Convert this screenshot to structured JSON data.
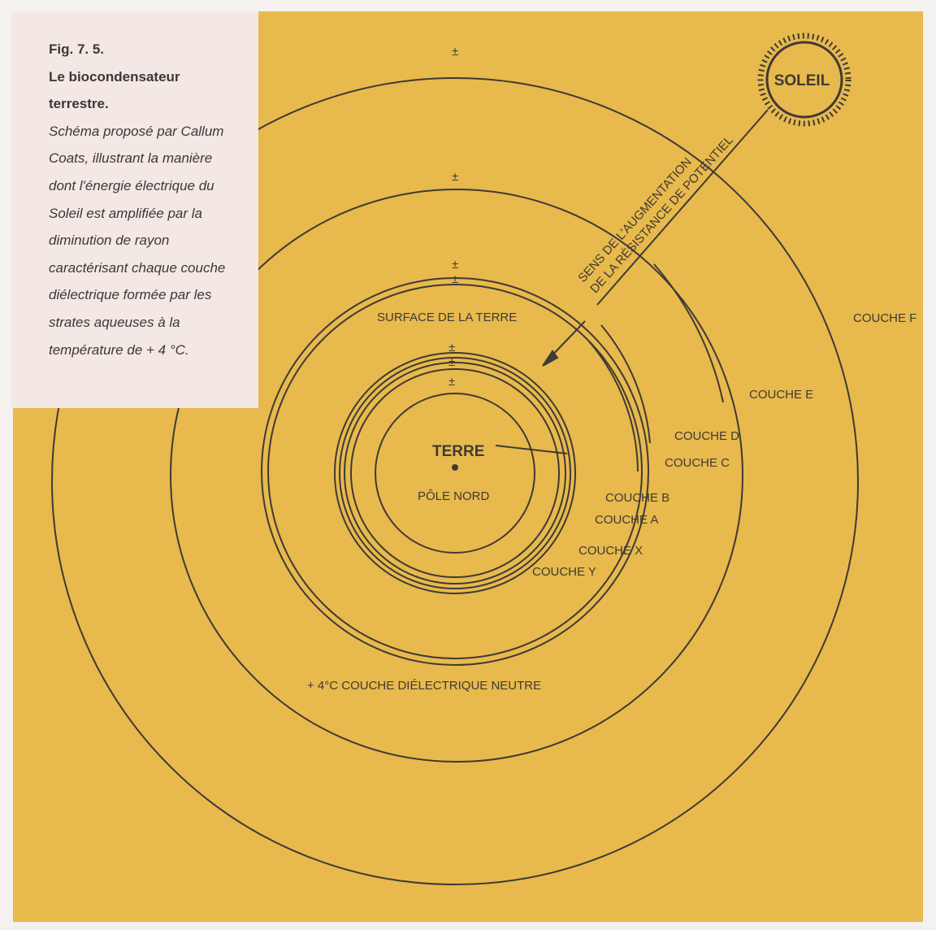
{
  "caption": {
    "fig": "Fig. 7. 5.",
    "title": "Le biocondensateur terrestre.",
    "body": "Schéma proposé par Callum Coats, illustrant la manière dont l'énergie électrique du Soleil est amplifiée par la diminution de rayon caractérisant chaque couche diélectrique formée par les strates aqueuses à la température de + 4 °C."
  },
  "diagram": {
    "sun": "SOLEIL",
    "arrow_line1": "SENS DE L'AUGMENTATION",
    "arrow_line2": "DE LA RÉSISTANCE DE POTENTIEL",
    "earth": "TERRE",
    "pole": "PÔLE NORD",
    "surface": "SURFACE DE LA TERRE",
    "neutral": "+ 4°C COUCHE DIÉLECTRIQUE NEUTRE",
    "charge_symbol": "±",
    "layers": [
      "COUCHE F",
      "COUCHE E",
      "COUCHE D",
      "COUCHE C",
      "COUCHE B",
      "COUCHE A",
      "COUCHE X",
      "COUCHE Y"
    ]
  },
  "colors": {
    "paper": "#e8b94c",
    "ink": "#3e3a36",
    "caption_bg": "#f3e8e4"
  }
}
